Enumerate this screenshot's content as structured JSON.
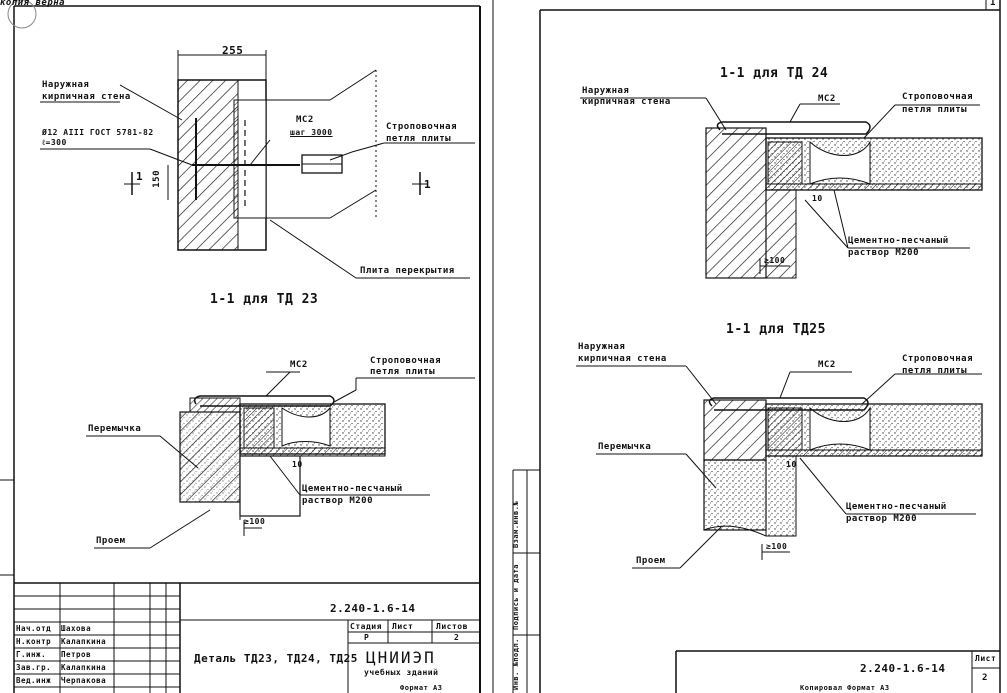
{
  "header": {
    "copy_stamp": "копия верна",
    "sheet_fragment": "1"
  },
  "left_sheet": {
    "dim_255": "255",
    "outer_wall": [
      "Наружная",
      "кирпичная стена"
    ],
    "anchor": [
      "Ø12 AIII ГОСТ 5781-82",
      "ℓ=300"
    ],
    "mc2_top": "МС2",
    "step": "шаг 3000",
    "lifting_loop_top": [
      "Строповочная",
      "петля плиты"
    ],
    "dim_150": "150",
    "section_mark": "1",
    "floor_slab": "Плита перекрытия",
    "title_td23": "1-1 для ТД 23",
    "mc2_bottom": "МС2",
    "lifting_loop_bottom": [
      "Строповочная",
      "петля плиты"
    ],
    "lintel": "Перемычка",
    "dim_10": "10",
    "cement_mortar": [
      "Цементно-песчаный",
      "раствор М200"
    ],
    "dim_100": "≥100",
    "opening": "Проем",
    "title_block": {
      "code": "2.240-1.6-14",
      "rows": [
        [
          "Нач.отд",
          "Шахова"
        ],
        [
          "Н.контр",
          "Калапкина"
        ],
        [
          "Г.инж.",
          "Петров"
        ],
        [
          "Зав.гр.",
          "Калапкина"
        ],
        [
          "Вед.инж",
          "Черпакова"
        ]
      ],
      "description": "Деталь ТД23, ТД24, ТД25",
      "col_stage": "Стадия",
      "col_sheet": "Лист",
      "col_sheets": "Листов",
      "val_stage": "Р",
      "val_sheets": "2",
      "org": "ЦНИИЭП",
      "org_sub": "учебных зданий",
      "format": "Формат А3"
    }
  },
  "right_sheet": {
    "title_td24": "1-1 для ТД 24",
    "outer_wall": [
      "Наружная",
      "кирпичная стена"
    ],
    "mc2_top": "МС2",
    "lifting_loop_top": [
      "Строповочная",
      "петля плиты"
    ],
    "dim_10": "10",
    "cement_mortar_top": [
      "Цементно-песчаный",
      "раствор М200"
    ],
    "dim_100_top": "≥100",
    "title_td25": "1-1 для ТД25",
    "outer_wall_2": [
      "Наружная",
      "кирпичная стена"
    ],
    "mc2_bottom": "МС2",
    "lifting_loop_bottom": [
      "Строповочная",
      "петля плиты"
    ],
    "lintel": "Перемычка",
    "dim_10b": "10",
    "cement_mortar_bottom": [
      "Цементно-песчаный",
      "раствор М200"
    ],
    "dim_100_bottom": "≥100",
    "opening": "Проем",
    "side_stamp": [
      "Инв. №подл.",
      "Подпись и дата",
      "Взам.инв.№"
    ],
    "code": "2.240-1.6-14",
    "sheet_label": "Лист",
    "sheet_num": "2",
    "bottom_fragment": "Копировал      Формат А3"
  }
}
